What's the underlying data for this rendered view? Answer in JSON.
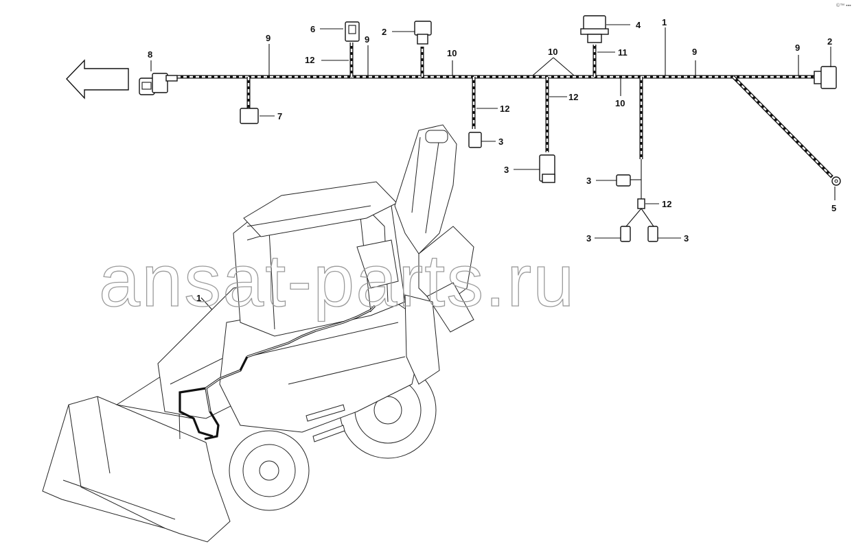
{
  "watermark": "ansat-parts.ru",
  "corner_mark": "©™ ▪▪▪",
  "callouts": {
    "c8": "8",
    "c6": "6",
    "c2a": "2",
    "c4": "4",
    "c1top": "1",
    "c2b": "2",
    "c9a": "9",
    "c9b": "9",
    "c9c": "9",
    "c9d": "9",
    "c12a": "12",
    "c10a": "10",
    "c10b": "10",
    "c11": "11",
    "c10c": "10",
    "c12b": "12",
    "c12c": "12",
    "c7": "7",
    "c3a": "3",
    "c3b": "3",
    "c3c": "3",
    "c3d": "3",
    "c3e": "3",
    "c12d": "12",
    "c5": "5",
    "c1machine": "1"
  }
}
